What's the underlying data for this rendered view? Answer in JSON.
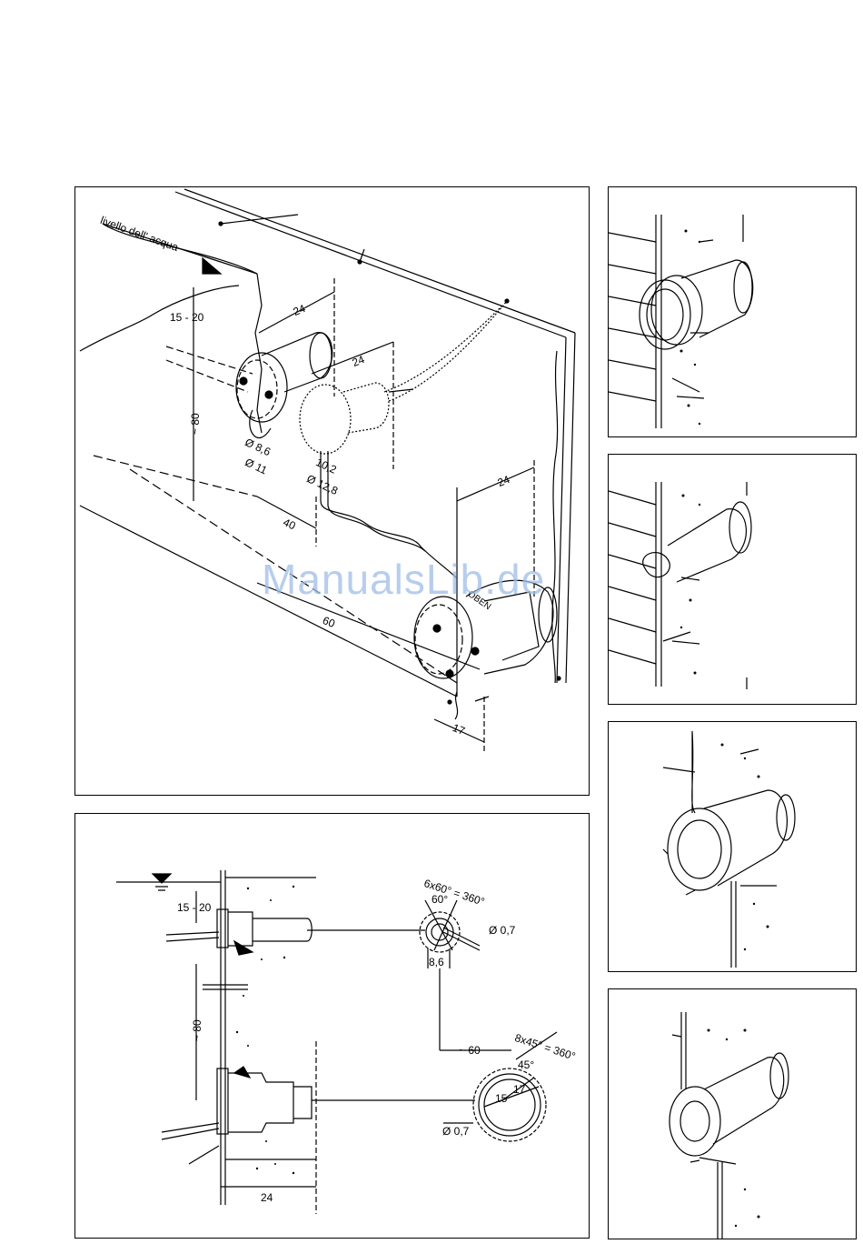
{
  "main_perspective": {
    "water_level_label": "livello dell' acqua",
    "dims": {
      "d15_20": "15  -  20",
      "d80": "~ 80",
      "d24_a": "24",
      "d24_b": "24",
      "d24_c": "24",
      "d8_6": "Ø  8,6",
      "d11": "Ø  11",
      "d10_2": "10,2",
      "d12_8": "Ø  12,8",
      "d40": "40",
      "d60": "60",
      "d17": "17",
      "oben": "OBEN"
    }
  },
  "section_drawing": {
    "d15_20": "15 - 20",
    "d80": "~ 80",
    "d24": "24",
    "flange_small": {
      "pattern": "6x60° = 360°",
      "angle": "60°",
      "hole": "Ø 0,7",
      "diameter": "8,6"
    },
    "flange_large": {
      "pattern": "8x45° = 360°",
      "angle": "45°",
      "d15": "15",
      "d17": "17",
      "hole": "Ø 0,7",
      "spacing": "~ 60"
    }
  },
  "watermark": "ManualsLib.de"
}
